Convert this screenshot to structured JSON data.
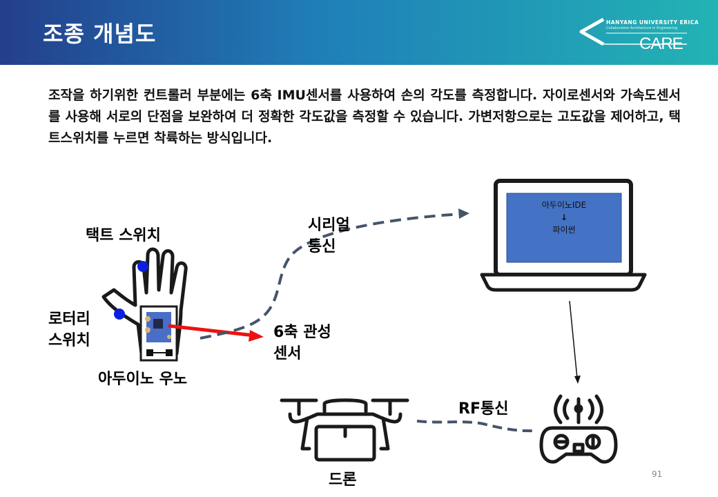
{
  "header": {
    "title": "조종 개념도",
    "logo": {
      "university": "HANYANG UNIVERSITY ERICA",
      "subtitle": "Collaborative Architecture in Engineering",
      "name": "CARE"
    },
    "gradient_colors": [
      "#243f8c",
      "#1f7fb8",
      "#22b3b4"
    ]
  },
  "description": "조작을 하기위한 컨트롤러 부분에는 6축 IMU센서를 사용하여 손의 각도를 측정합니다. 자이로센서와 가속도센서를 사용해 서로의 단점을 보완하여 더 정확한 각도값을 측정할 수 있습니다. 가변저항으로는 고도값을 제어하고, 택트스위치를 누르면 착륙하는 방식입니다.",
  "labels": {
    "tact_switch": "택트 스위치",
    "rotary_switch_line1": "로터리",
    "rotary_switch_line2": "스위치",
    "arduino_uno": "아두이노 우노",
    "serial_line1": "시리얼",
    "serial_line2": "통신",
    "imu_line1": "6축 관성",
    "imu_line2": "센서",
    "rf": "RF통신",
    "drone": "드론"
  },
  "laptop_screen": {
    "line1": "아두이노IDE",
    "arrow": "↓",
    "line2": "파이썬"
  },
  "colors": {
    "screen": "#4472c4",
    "switch_dots": "#0b1fe0",
    "sensor_arrow": "#ee1111",
    "dashed_link": "#44546a"
  },
  "page_number": "91"
}
